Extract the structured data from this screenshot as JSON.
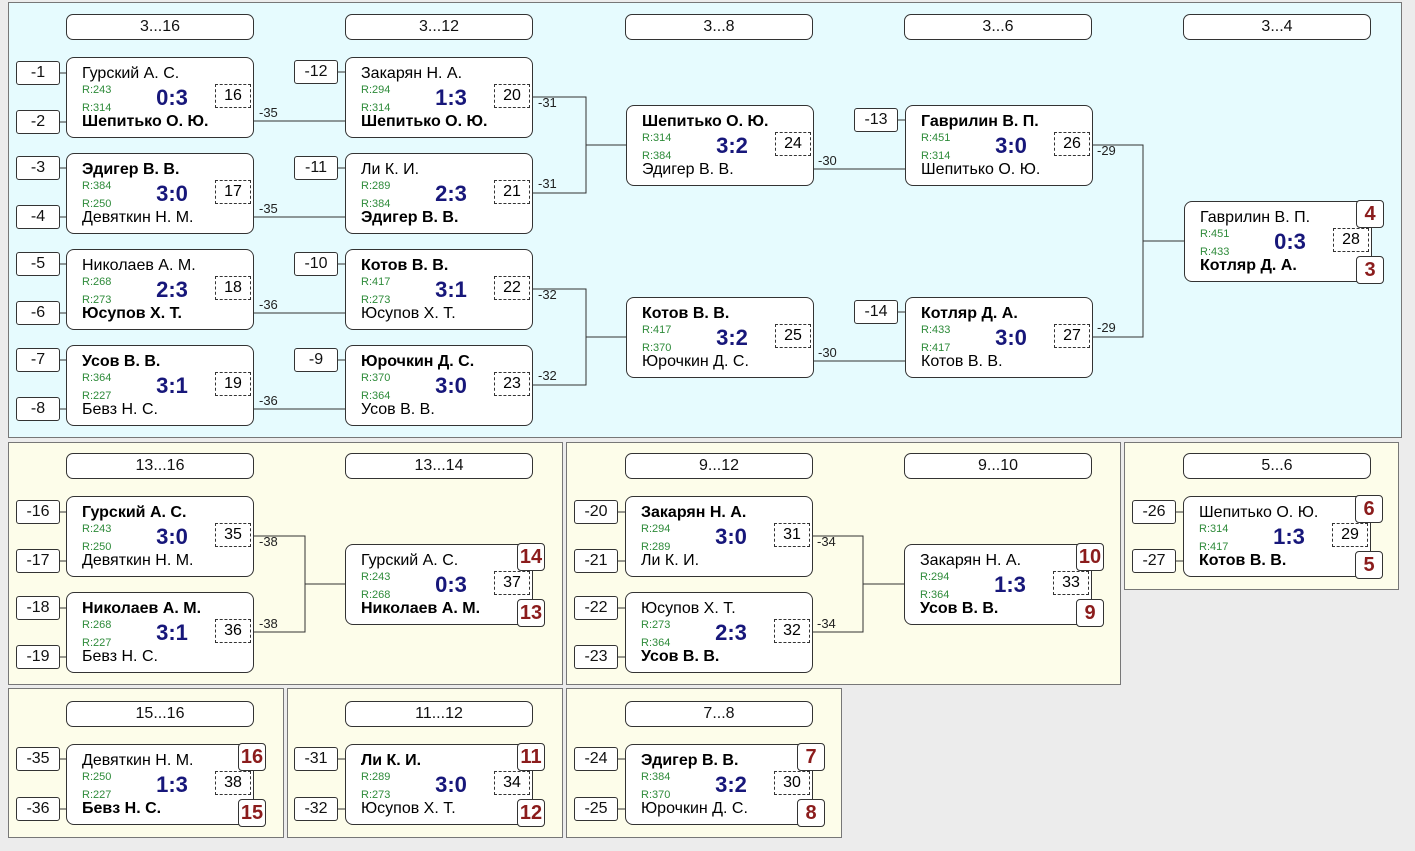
{
  "panels": {
    "p3_16": {
      "headers": [
        "3...16",
        "3...12",
        "3...8",
        "3...6",
        "3...4"
      ],
      "seeds": [
        "-1",
        "-2",
        "-3",
        "-4",
        "-5",
        "-6",
        "-7",
        "-8",
        "-12",
        "-11",
        "-10",
        "-9",
        "-13",
        "-14"
      ],
      "links": [
        "-35",
        "-35",
        "-36",
        "-36",
        "-31",
        "-31",
        "-32",
        "-32",
        "-30",
        "-30",
        "-29",
        "-29"
      ]
    },
    "p13_16": {
      "headers": [
        "13...16",
        "13...14"
      ],
      "seeds": [
        "-16",
        "-17",
        "-18",
        "-19"
      ],
      "links": [
        "-38",
        "-38"
      ]
    },
    "p9_12": {
      "headers": [
        "9...12",
        "9...10"
      ],
      "seeds": [
        "-20",
        "-21",
        "-22",
        "-23"
      ],
      "links": [
        "-34",
        "-34"
      ]
    },
    "p5_6": {
      "headers": [
        "5...6"
      ],
      "seeds": [
        "-26",
        "-27"
      ]
    },
    "p15_16": {
      "headers": [
        "15...16"
      ],
      "seeds": [
        "-35",
        "-36"
      ]
    },
    "p11_12": {
      "headers": [
        "11...12"
      ],
      "seeds": [
        "-31",
        "-32"
      ]
    },
    "p7_8": {
      "headers": [
        "7...8"
      ],
      "seeds": [
        "-24",
        "-25"
      ]
    }
  },
  "matches": [
    {
      "num": "16",
      "score": "0:3",
      "top": "Гурский А. С.",
      "bot": "Шепитько О. Ю.",
      "r1": "R:243",
      "r2": "R:314",
      "win": "bot"
    },
    {
      "num": "17",
      "score": "3:0",
      "top": "Эдигер В. В.",
      "bot": "Девяткин Н. М.",
      "r1": "R:384",
      "r2": "R:250",
      "win": "top"
    },
    {
      "num": "18",
      "score": "2:3",
      "top": "Николаев А. М.",
      "bot": "Юсупов Х. Т.",
      "r1": "R:268",
      "r2": "R:273",
      "win": "bot"
    },
    {
      "num": "19",
      "score": "3:1",
      "top": "Усов В. В.",
      "bot": "Бевз Н. С.",
      "r1": "R:364",
      "r2": "R:227",
      "win": "top"
    },
    {
      "num": "20",
      "score": "1:3",
      "top": "Закарян Н. А.",
      "bot": "Шепитько О. Ю.",
      "r1": "R:294",
      "r2": "R:314",
      "win": "bot"
    },
    {
      "num": "21",
      "score": "2:3",
      "top": "Ли К. И.",
      "bot": "Эдигер В. В.",
      "r1": "R:289",
      "r2": "R:384",
      "win": "bot"
    },
    {
      "num": "22",
      "score": "3:1",
      "top": "Котов В. В.",
      "bot": "Юсупов Х. Т.",
      "r1": "R:417",
      "r2": "R:273",
      "win": "top"
    },
    {
      "num": "23",
      "score": "3:0",
      "top": "Юрочкин Д. С.",
      "bot": "Усов В. В.",
      "r1": "R:370",
      "r2": "R:364",
      "win": "top"
    },
    {
      "num": "24",
      "score": "3:2",
      "top": "Шепитько О. Ю.",
      "bot": "Эдигер В. В.",
      "r1": "R:314",
      "r2": "R:384",
      "win": "top"
    },
    {
      "num": "25",
      "score": "3:2",
      "top": "Котов В. В.",
      "bot": "Юрочкин Д. С.",
      "r1": "R:417",
      "r2": "R:370",
      "win": "top"
    },
    {
      "num": "26",
      "score": "3:0",
      "top": "Гаврилин В. П.",
      "bot": "Шепитько О. Ю.",
      "r1": "R:451",
      "r2": "R:314",
      "win": "top"
    },
    {
      "num": "27",
      "score": "3:0",
      "top": "Котляр Д. А.",
      "bot": "Котов В. В.",
      "r1": "R:433",
      "r2": "R:417",
      "win": "top"
    },
    {
      "num": "28",
      "score": "0:3",
      "top": "Гаврилин В. П.",
      "bot": "Котляр Д. А.",
      "r1": "R:451",
      "r2": "R:433",
      "win": "bot",
      "p1": "4",
      "p2": "3"
    },
    {
      "num": "35",
      "score": "3:0",
      "top": "Гурский А. С.",
      "bot": "Девяткин Н. М.",
      "r1": "R:243",
      "r2": "R:250",
      "win": "top"
    },
    {
      "num": "36",
      "score": "3:1",
      "top": "Николаев А. М.",
      "bot": "Бевз Н. С.",
      "r1": "R:268",
      "r2": "R:227",
      "win": "top"
    },
    {
      "num": "37",
      "score": "0:3",
      "top": "Гурский А. С.",
      "bot": "Николаев А. М.",
      "r1": "R:243",
      "r2": "R:268",
      "win": "bot",
      "p1": "14",
      "p2": "13"
    },
    {
      "num": "31",
      "score": "3:0",
      "top": "Закарян Н. А.",
      "bot": "Ли К. И.",
      "r1": "R:294",
      "r2": "R:289",
      "win": "top"
    },
    {
      "num": "32",
      "score": "2:3",
      "top": "Юсупов Х. Т.",
      "bot": "Усов В. В.",
      "r1": "R:273",
      "r2": "R:364",
      "win": "bot"
    },
    {
      "num": "33",
      "score": "1:3",
      "top": "Закарян Н. А.",
      "bot": "Усов В. В.",
      "r1": "R:294",
      "r2": "R:364",
      "win": "bot",
      "p1": "10",
      "p2": "9"
    },
    {
      "num": "29",
      "score": "1:3",
      "top": "Шепитько О. Ю.",
      "bot": "Котов В. В.",
      "r1": "R:314",
      "r2": "R:417",
      "win": "bot",
      "p1": "6",
      "p2": "5"
    },
    {
      "num": "38",
      "score": "1:3",
      "top": "Девяткин Н. М.",
      "bot": "Бевз Н. С.",
      "r1": "R:250",
      "r2": "R:227",
      "win": "bot",
      "p1": "16",
      "p2": "15"
    },
    {
      "num": "34",
      "score": "3:0",
      "top": "Ли К. И.",
      "bot": "Юсупов Х. Т.",
      "r1": "R:289",
      "r2": "R:273",
      "win": "top",
      "p1": "11",
      "p2": "12"
    },
    {
      "num": "30",
      "score": "3:2",
      "top": "Эдигер В. В.",
      "bot": "Юрочкин Д. С.",
      "r1": "R:384",
      "r2": "R:370",
      "win": "top",
      "p1": "7",
      "p2": "8"
    }
  ]
}
